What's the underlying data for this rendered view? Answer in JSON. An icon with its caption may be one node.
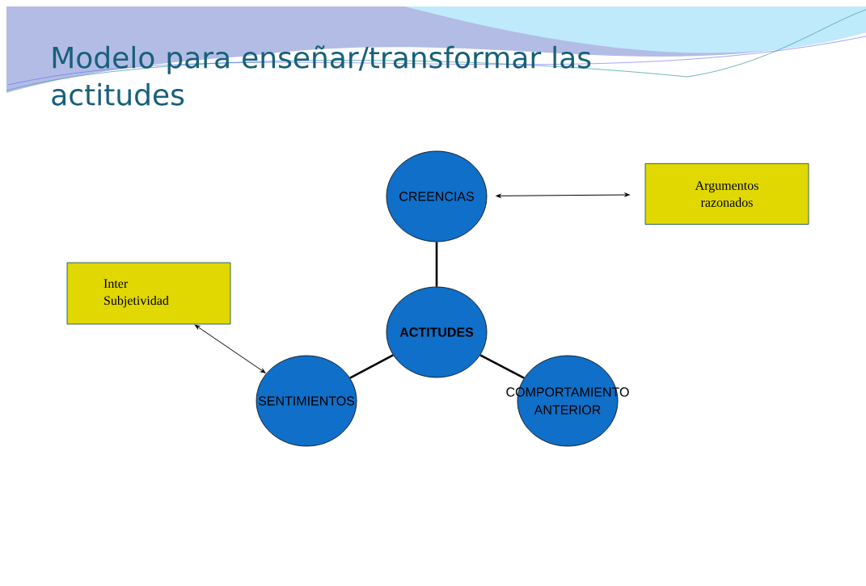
{
  "diagram": {
    "title": "Modelo para enseñar/transformar las actitudes",
    "nodes": [
      {
        "text": [
          "CREENCIAS"
        ]
      },
      {
        "text": [
          "Argumentos razonados"
        ]
      },
      {
        "text": [
          "Inter Subjetividad"
        ]
      },
      {
        "text": [
          "ACTITUDES"
        ]
      },
      {
        "text": [
          "SENTIMIENTOS"
        ]
      },
      {
        "text": [
          "COMPORTAMIENTO ANTERIOR"
        ]
      }
    ],
    "edges": [
      {
        "from": 0,
        "to": 1,
        "arrow": "both"
      },
      {
        "from": 3,
        "to": 0,
        "arrow": "none"
      },
      {
        "from": 3,
        "to": 4,
        "arrow": "none"
      },
      {
        "from": 3,
        "to": 5,
        "arrow": "none"
      },
      {
        "from": 2,
        "to": 4,
        "arrow": "both"
      }
    ]
  }
}
